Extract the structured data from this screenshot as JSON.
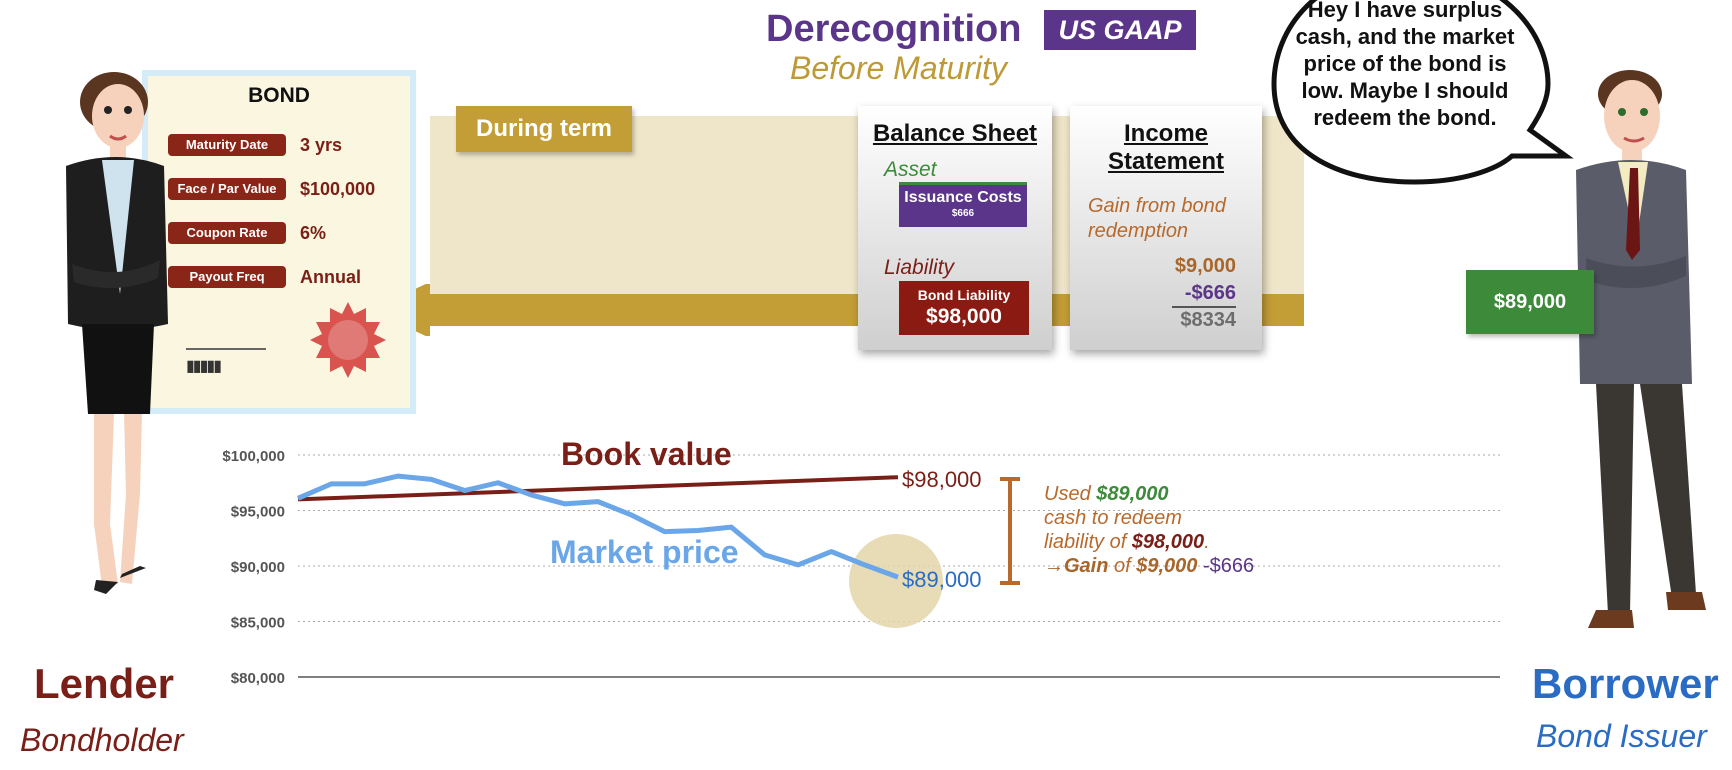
{
  "header": {
    "title": "Derecognition",
    "badge": "US GAAP",
    "subtitle": "Before Maturity"
  },
  "timeline": {
    "label": "During term"
  },
  "balance_sheet": {
    "title": "Balance Sheet",
    "asset_label": "Asset",
    "issuance_label": "Issuance Costs",
    "issuance_value": "$666",
    "liability_label": "Liability",
    "bond_liability_label": "Bond Liability",
    "bond_liability_value": "$98,000"
  },
  "income_statement": {
    "title_line1": "Income",
    "title_line2": "Statement",
    "gain_label": "Gain from bond redemption",
    "gain": "$9,000",
    "less": "-$666",
    "net": "$8334"
  },
  "bond": {
    "title": "BOND",
    "fields": [
      {
        "label": "Maturity Date",
        "value": "3 yrs"
      },
      {
        "label": "Face / Par Value",
        "value": "$100,000"
      },
      {
        "label": "Coupon Rate",
        "value": "6%"
      },
      {
        "label": "Payout Freq",
        "value": "Annual"
      }
    ]
  },
  "lender": {
    "name": "Lender",
    "role": "Bondholder"
  },
  "borrower": {
    "name": "Borrower",
    "role": "Bond Issuer",
    "cash": "$89,000",
    "speech": "Hey I have surplus cash, and the market price of the bond is low. Maybe I should redeem the bond."
  },
  "chart_data": {
    "type": "line",
    "ylim": [
      80000,
      100000
    ],
    "yticks": [
      "$100,000",
      "$95,000",
      "$90,000",
      "$85,000",
      "$80,000"
    ],
    "ytick_values": [
      100000,
      95000,
      90000,
      85000,
      80000
    ],
    "grid": true,
    "series": [
      {
        "name": "Book value",
        "color": "#7a1f17",
        "values": [
          96000,
          98000
        ],
        "end_label": "$98,000"
      },
      {
        "name": "Market price",
        "color": "#6aa6e8",
        "values": [
          96100,
          97400,
          97400,
          98100,
          97800,
          96800,
          97500,
          96400,
          95600,
          95800,
          94600,
          93100,
          93200,
          93500,
          91000,
          90100,
          91300,
          90100,
          89000
        ],
        "end_label": "$89,000"
      }
    ],
    "annotation": {
      "line1_pre": "Used ",
      "line1_amt": "$89,000",
      "line2": "cash to redeem",
      "line3_pre": "liability of ",
      "line3_amt": "$98,000",
      "line3_post": ".",
      "line4_arrow": "→",
      "line4_gain": "Gain",
      "line4_of": " of ",
      "line4_amt": "$9,000",
      "line4_less": " -$666"
    }
  }
}
